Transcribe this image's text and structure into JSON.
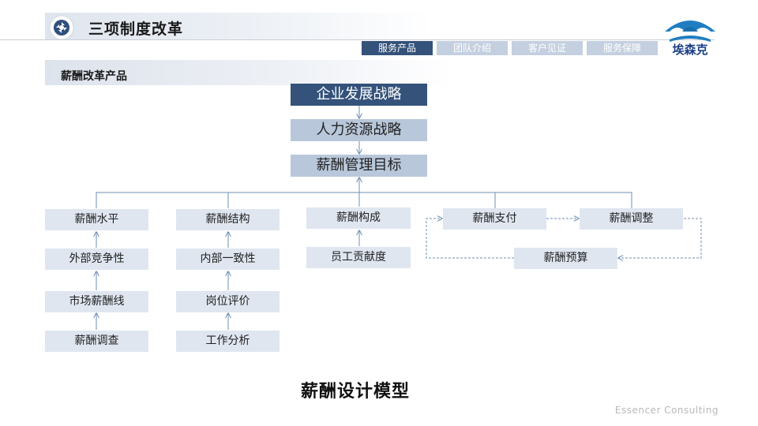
{
  "header": {
    "title": "三项制度改革",
    "tabs": [
      {
        "label": "服务产品",
        "active": true
      },
      {
        "label": "团队介绍",
        "active": false
      },
      {
        "label": "客户见证",
        "active": false
      },
      {
        "label": "服务保障",
        "active": false
      }
    ],
    "icon": "aperture-icon",
    "logo_text": "埃森克"
  },
  "section": {
    "label": "薪酬改革产品"
  },
  "diagram": {
    "top_chain": [
      "企业发展战略",
      "人力资源战略",
      "薪酬管理目标"
    ],
    "col1": [
      "薪酬水平",
      "外部竞争性",
      "市场薪酬线",
      "薪酬调查"
    ],
    "col2": [
      "薪酬结构",
      "内部一致性",
      "岗位评价",
      "工作分析"
    ],
    "col3": [
      "薪酬构成",
      "员工贡献度"
    ],
    "cycle": {
      "pay": "薪酬支付",
      "adjust": "薪酬调整",
      "budget": "薪酬预算"
    },
    "caption": "薪酬设计模型"
  },
  "footer": {
    "text": "Essencer  Consulting"
  },
  "colors": {
    "dark": "#34527a",
    "mid": "#b9c7da",
    "light": "#dfe6f0",
    "line": "#6f8fb3"
  }
}
